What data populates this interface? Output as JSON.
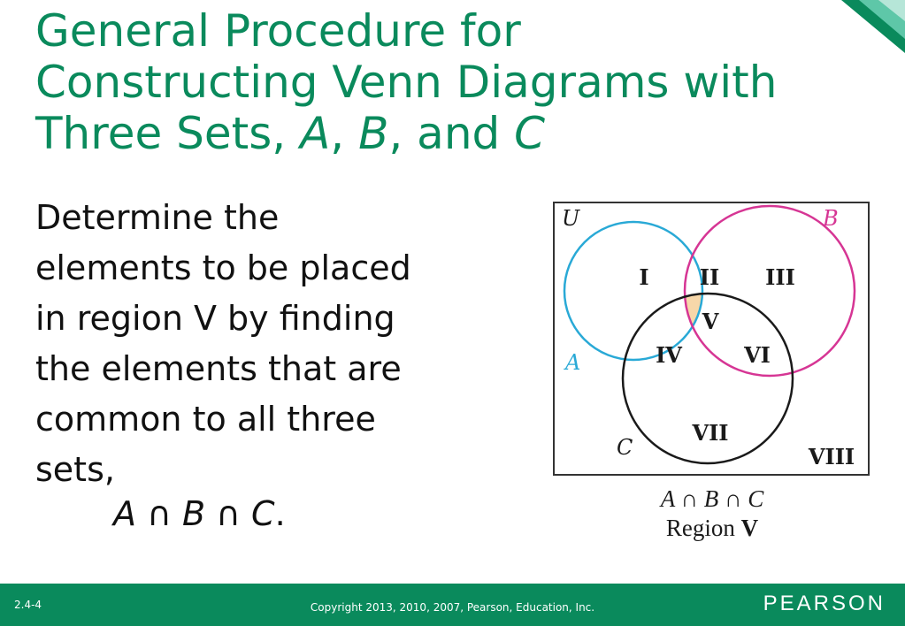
{
  "colors": {
    "accent": "#0a8a5c",
    "set_a": "#29a9d6",
    "set_b": "#d63594",
    "set_c": "#1a1a1a",
    "region_v_fill": "#f7d7a9"
  },
  "title": {
    "line1": "General Procedure for",
    "line2": "Constructing Venn Diagrams with",
    "line3_prefix": "Three Sets, ",
    "set_a": "A",
    "sep1": ", ",
    "set_b": "B",
    "sep2": ", and ",
    "set_c": "C"
  },
  "body": {
    "line1": "Determine the",
    "line2": "elements to be placed",
    "line3": "in region V by finding",
    "line4": "the elements that are",
    "line5": "common to all three",
    "line6": "sets,"
  },
  "formula": {
    "a": "A",
    "op1": " ∩ ",
    "b": "B",
    "op2": " ∩ ",
    "c": "C",
    "end": "."
  },
  "diagram": {
    "universal_label": "U",
    "set_a_label": "A",
    "set_b_label": "B",
    "set_c_label": "C",
    "regions": [
      "I",
      "II",
      "III",
      "IV",
      "V",
      "VI",
      "VII",
      "VIII"
    ],
    "caption_formula": "A ∩ B ∩ C",
    "caption_region_prefix": "Region ",
    "caption_region_name": "V"
  },
  "footer": {
    "slide_number": "2.4-4",
    "copyright": "Copyright 2013, 2010, 2007, Pearson, Education, Inc.",
    "logo": "PEARSON"
  }
}
